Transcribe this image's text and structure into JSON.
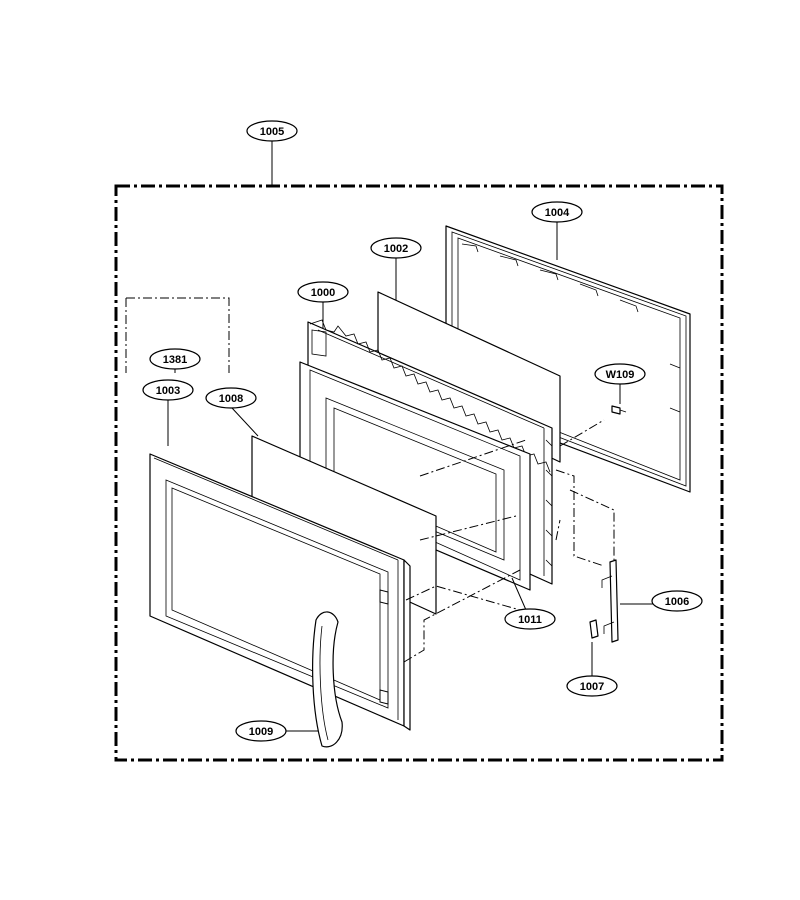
{
  "diagram": {
    "callouts": {
      "c1005": "1005",
      "c1004": "1004",
      "c1002": "1002",
      "c1000": "1000",
      "c1381": "1381",
      "c1003": "1003",
      "c1008": "1008",
      "cW109": "W109",
      "c1006": "1006",
      "c1011": "1011",
      "c1007": "1007",
      "c1009": "1009"
    }
  }
}
